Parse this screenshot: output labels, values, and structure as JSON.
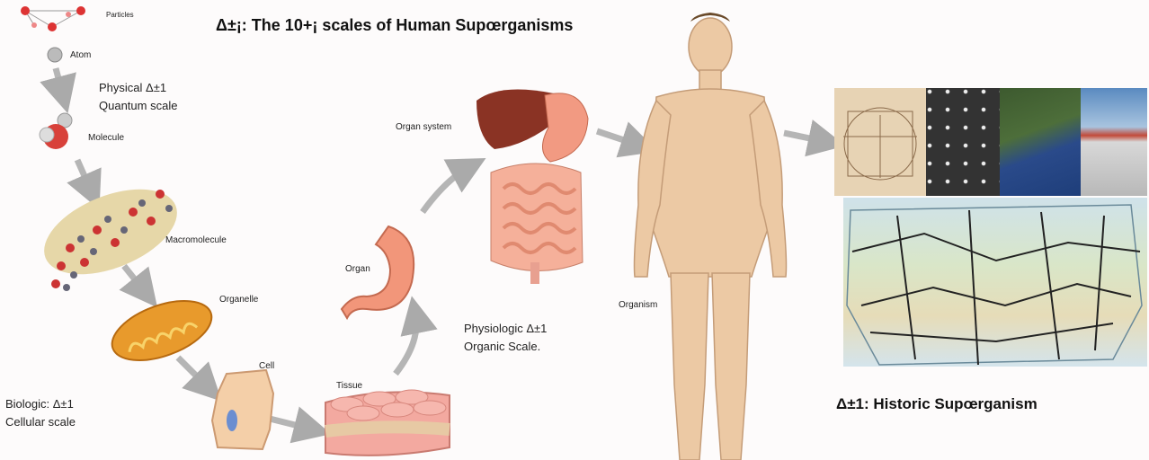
{
  "title": "Δ±¡: The 10+¡ scales of Human Supœrganisms",
  "labels": {
    "particles": "Particles",
    "atom": "Atom",
    "molecule": "Molecule",
    "macromolecule": "Macromolecule",
    "organelle": "Organelle",
    "cell": "Cell",
    "tissue": "Tissue",
    "organ": "Organ",
    "organ_system": "Organ system",
    "organism": "Organism"
  },
  "scales": {
    "physical_line1": "Physical Δ±1",
    "physical_line2": "Quantum scale",
    "biologic_line1": "Biologic: Δ±1",
    "biologic_line2": "Cellular scale",
    "physiologic_line1": "Physiologic Δ±1",
    "physiologic_line2": "Organic  Scale.",
    "historic": "Δ±1:  Historic Supœrganism"
  }
}
